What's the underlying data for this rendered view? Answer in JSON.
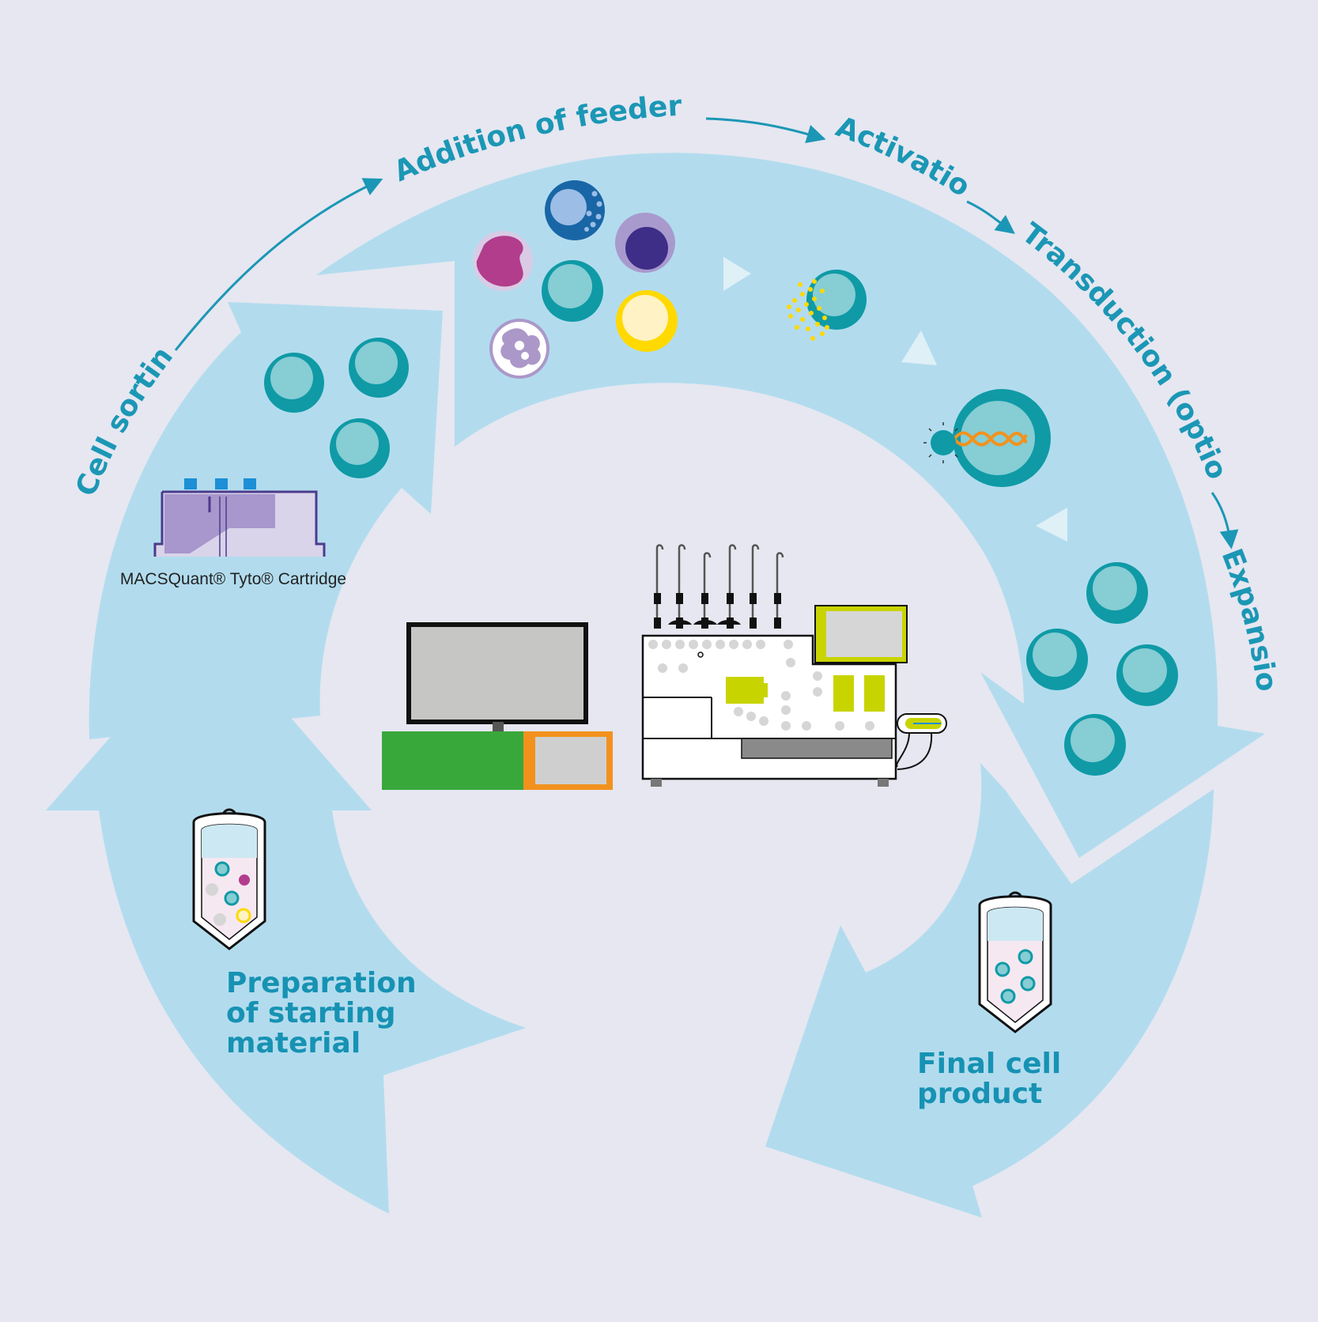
{
  "colors": {
    "background": "#e6e7f1",
    "arrow_band": "#b2dcee",
    "title_teal": "#1b97b5",
    "label_teal": "#1792b3",
    "cell_ring": "#0f9aa6",
    "cell_core": "#86cdd4",
    "monitor_green": "#39a83b",
    "accent_orange": "#f2921d",
    "accent_lime": "#c8d400",
    "cartridge_purple": "#8c7ac2",
    "cartridge_blue": "#1c8fd6"
  },
  "process_steps": {
    "cell_sorting": "Cell sorting",
    "addition_of_feeder_cells": "Addition of feeder cells",
    "activation": "Activation",
    "transduction": "Transduction (optional)",
    "expansion": "Expansion"
  },
  "cycle_labels": {
    "preparation": [
      "Preparation",
      "of starting",
      "material"
    ],
    "final_product": [
      "Final cell",
      "product"
    ]
  },
  "cartridge_label": "MACSQuant® Tyto® Cartridge",
  "icons": [
    "cell-icon",
    "feeder-cell-icon",
    "activation-bead-icon",
    "virus-dna-icon",
    "cell-bag-icon",
    "computer-icon",
    "bioreactor-instrument-icon",
    "cartridge-icon",
    "process-arrow-icon"
  ]
}
